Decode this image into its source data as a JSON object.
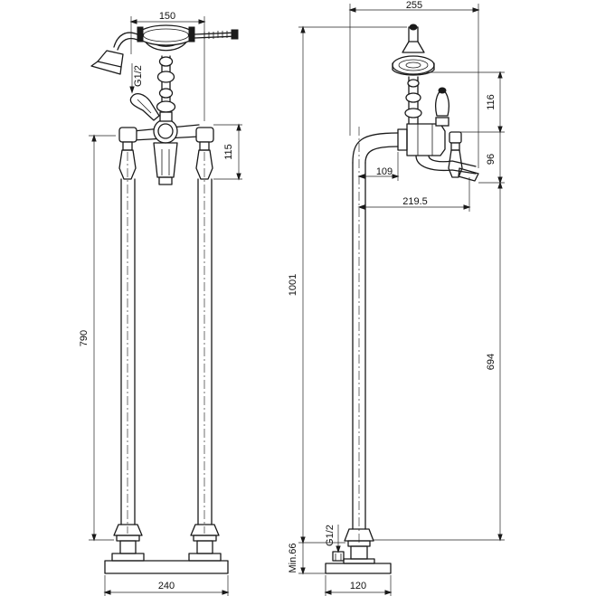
{
  "front_view": {
    "dim_top_width": "150",
    "dim_bottom_width": "240",
    "dim_total_height": "790",
    "dim_handle_height": "115",
    "label_thread": "G1/2"
  },
  "side_view": {
    "dim_top_width": "255",
    "dim_total_height": "1001",
    "dim_head_height": "116",
    "dim_spout_height": "96",
    "dim_spout_reach_short": "109",
    "dim_spout_reach_long": "219.5",
    "dim_lower_height": "694",
    "dim_base_width": "120",
    "label_thread": "G1/2",
    "label_min": "Min.66"
  }
}
